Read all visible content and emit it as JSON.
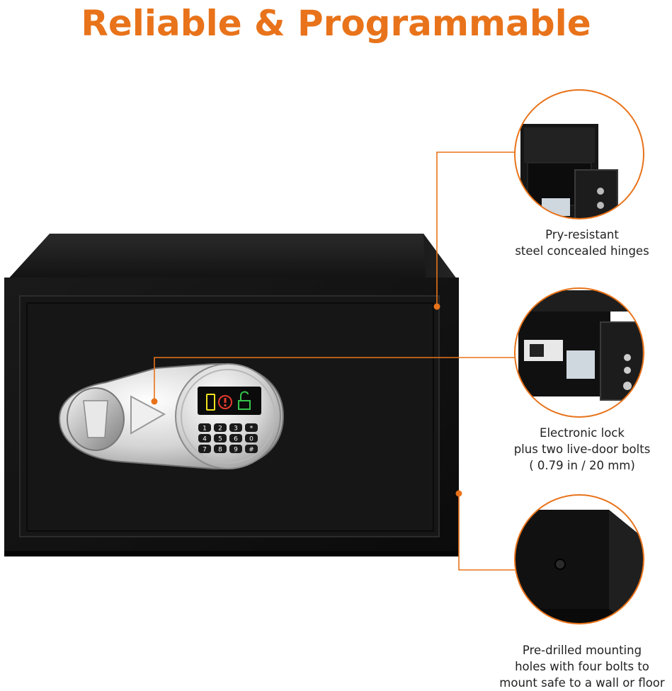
{
  "title": "Reliable & Programmable",
  "colors": {
    "accent": "#e8731a",
    "safe_body": "#141414",
    "steel": "#d9d9d9",
    "lock_red": "#e23b2e",
    "lock_yellow": "#f2e21f",
    "lock_green": "#35c54a"
  },
  "keypad": {
    "keys": [
      "1",
      "2",
      "3",
      "*",
      "4",
      "5",
      "6",
      "0",
      "7",
      "8",
      "9",
      "#"
    ]
  },
  "callouts": [
    {
      "lines": [
        "Pry-resistant",
        "steel concealed hinges"
      ]
    },
    {
      "lines": [
        "Electronic lock",
        "plus two live-door bolts",
        "( 0.79 in / 20 mm)"
      ]
    },
    {
      "lines": [
        "Pre-drilled mounting",
        "holes with four bolts to",
        "mount safe to a wall or floor"
      ]
    }
  ]
}
